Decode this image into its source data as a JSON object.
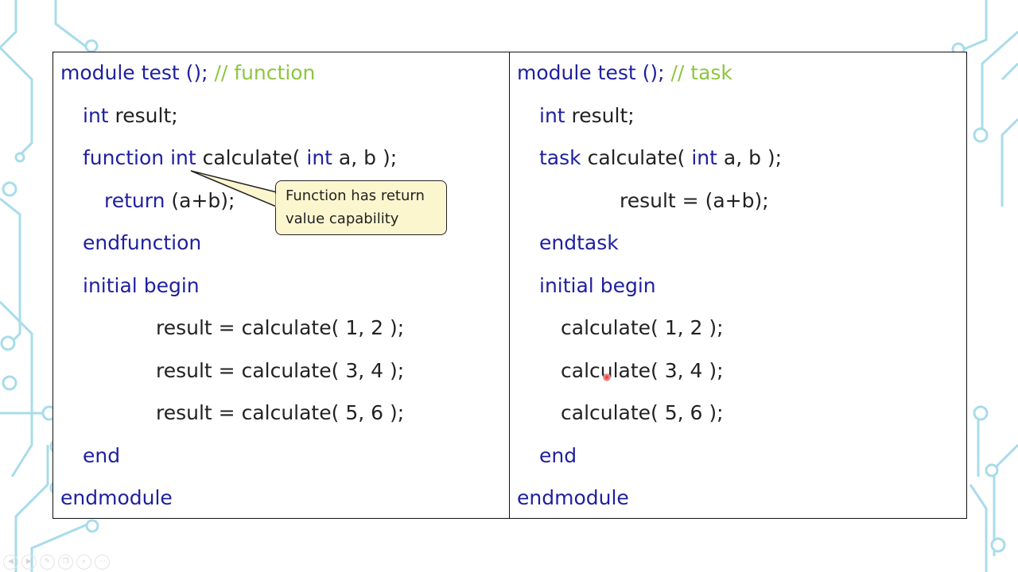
{
  "slide": {
    "left": {
      "lines": [
        {
          "kw": "module",
          "rest": " test (); ",
          "comment": "// function"
        },
        {
          "kw": "int",
          "rest": " result;"
        },
        {
          "kw": "function int",
          "rest": " calculate( ",
          "kw2": "int",
          "rest2": " a, b );"
        },
        {
          "kw": "return",
          "rest": " (a+b);"
        },
        {
          "kw": "endfunction"
        },
        {
          "kw": "initial begin"
        },
        {
          "text": "result = calculate( 1, 2 );"
        },
        {
          "text": "result = calculate( 3, 4 );"
        },
        {
          "text": "result = calculate( 5, 6 );"
        },
        {
          "kw": "end"
        },
        {
          "kw": "endmodule"
        }
      ],
      "callout": {
        "line1": "Function has return",
        "line2": "value capability"
      }
    },
    "right": {
      "lines": [
        {
          "kw": "module",
          "rest": " test (); ",
          "comment": "// task"
        },
        {
          "kw": "int",
          "rest": " result;"
        },
        {
          "kw": "task",
          "rest": " calculate( ",
          "kw2": "int",
          "rest2": " a, b );"
        },
        {
          "text": "result = (a+b);"
        },
        {
          "kw": "endtask"
        },
        {
          "kw": "initial begin"
        },
        {
          "text": "calculate( 1, 2 );"
        },
        {
          "text": "calculate( 3, 4 );"
        },
        {
          "text": "calculate( 5, 6 );"
        },
        {
          "kw": "end"
        },
        {
          "kw": "endmodule"
        }
      ]
    }
  },
  "toolbar": {
    "icons": [
      "prev-icon",
      "next-icon",
      "pen-icon",
      "copy-icon",
      "zoom-icon",
      "more-icon"
    ]
  },
  "colors": {
    "keyword": "#1f1f9f",
    "comment": "#8dc63f",
    "callout_bg": "#fcf6cf"
  }
}
